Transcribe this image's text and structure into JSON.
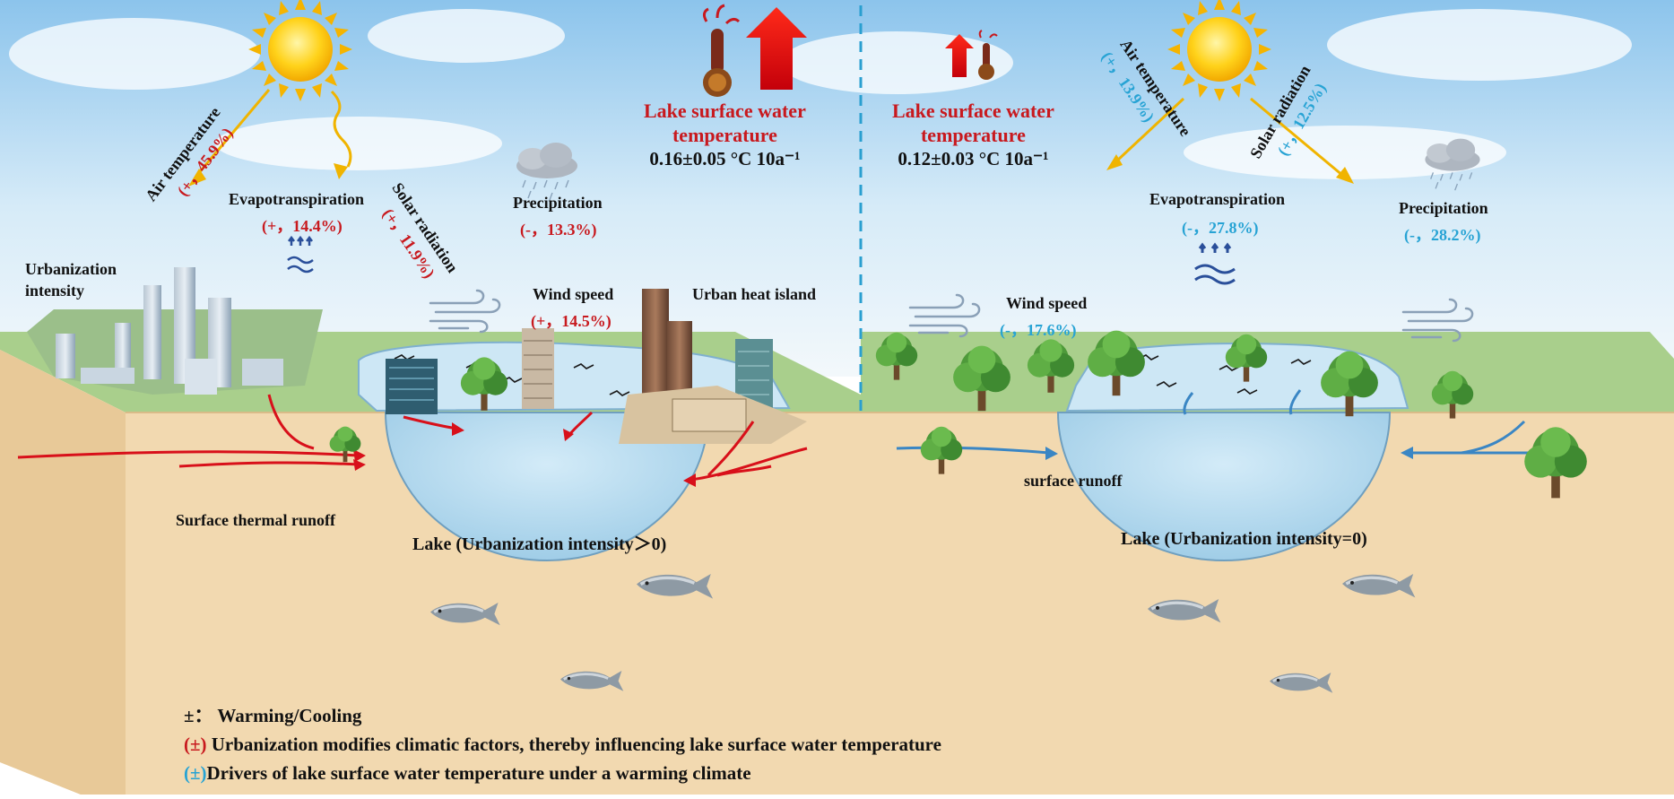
{
  "left": {
    "air_temperature": {
      "label": "Air temperature",
      "value": "(+，45.9%)"
    },
    "solar_radiation": {
      "label": "Solar radiation",
      "value": "(+，11.9%)"
    },
    "evapotranspiration": {
      "label": "Evapotranspiration",
      "value": "(+，14.4%)"
    },
    "precipitation": {
      "label": "Precipitation",
      "value": "(-，13.3%)"
    },
    "lswt": {
      "line1": "Lake surface water",
      "line2": "temperature",
      "rate": "0.16±0.05 °C 10a⁻¹"
    },
    "urbanization_intensity": {
      "line1": "Urbanization",
      "line2": "intensity"
    },
    "wind_speed": {
      "label": "Wind speed",
      "value": "(+，14.5%)"
    },
    "urban_heat_island": "Urban heat island",
    "surface_thermal_runoff": "Surface thermal runoff",
    "lake_label": "Lake (Urbanization intensity＞0)"
  },
  "right": {
    "air_temperature": {
      "label": "Air temperature",
      "value": "(+，13.9%)"
    },
    "solar_radiation": {
      "label": "Solar radiation",
      "value": "(+，12.5%)"
    },
    "evapotranspiration": {
      "label": "Evapotranspiration",
      "value": "(-，27.8%)"
    },
    "precipitation": {
      "label": "Precipitation",
      "value": "(-，28.2%)"
    },
    "lswt": {
      "line1": "Lake surface water",
      "line2": "temperature",
      "rate": "0.12±0.03 °C 10a⁻¹"
    },
    "wind_speed": {
      "label": "Wind speed",
      "value": "(-，17.6%)"
    },
    "surface_runoff": "surface runoff",
    "lake_label": "Lake (Urbanization intensity=0)"
  },
  "legend": {
    "line1_symbol": "±：",
    "line1_text": "Warming/Cooling",
    "line2_symbol": "(±)",
    "line2_text": "Urbanization modifies climatic factors, thereby influencing lake surface water temperature",
    "line3_symbol": "(±)",
    "line3_text": "Drivers of lake surface water temperature under a warming climate"
  },
  "colors": {
    "urban_effect": "#c8191e",
    "climate_driver": "#27a3d4",
    "soil": "#f2d9b0",
    "lake_water": "#b9dcef",
    "grass": "#a9cf8c"
  },
  "icons": [
    "sun-icon",
    "thermometer-icon",
    "up-arrow-icon",
    "rain-cloud-icon",
    "wind-icon",
    "evaporation-icon",
    "fish-icon",
    "tree-icon",
    "building-icon"
  ]
}
